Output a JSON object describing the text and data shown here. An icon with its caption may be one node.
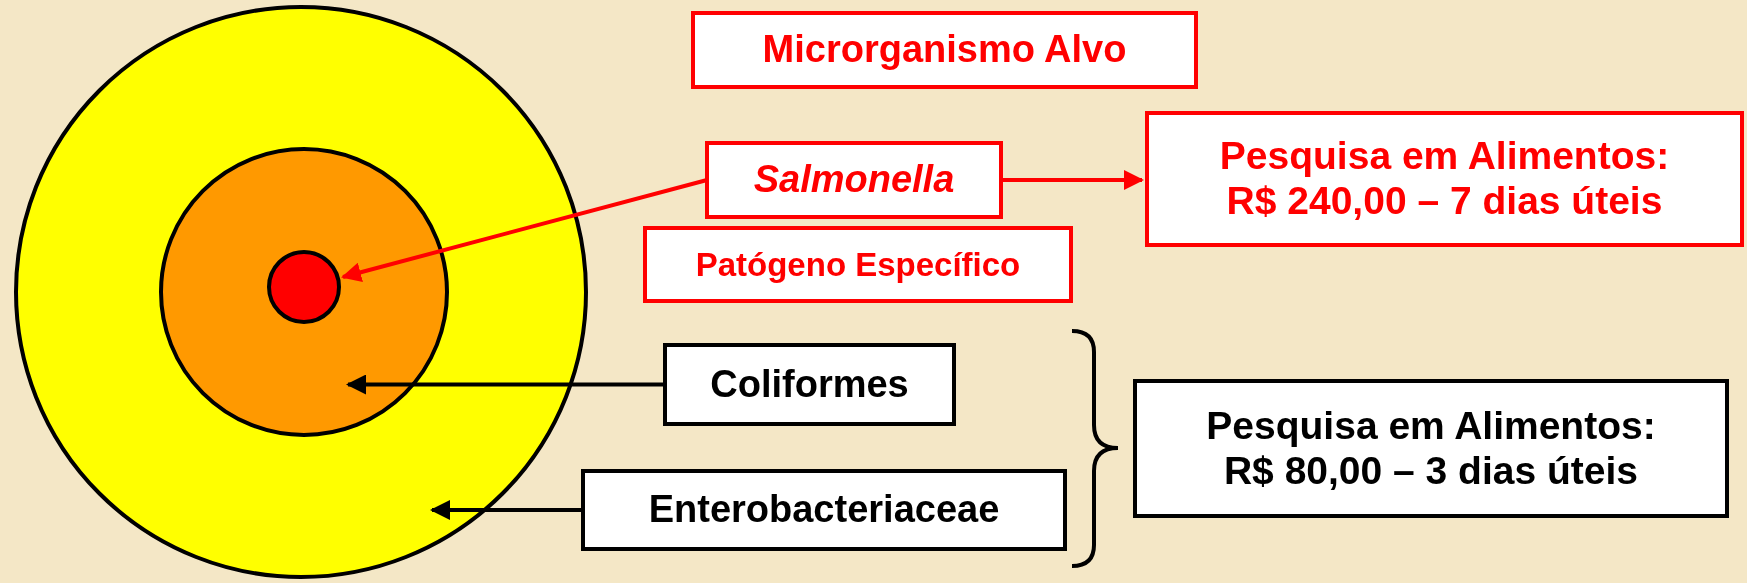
{
  "diagram": {
    "nodes": [
      {
        "text": [],
        "shape": "circle"
      },
      {
        "text": [],
        "shape": "circle",
        "in": 0
      },
      {
        "text": [],
        "shape": "circle",
        "in": 1
      },
      {
        "text": [
          "Microrganismo Alvo"
        ]
      },
      {
        "text": [
          "Salmonella"
        ]
      },
      {
        "text": [
          "Pesquisa em Alimentos:",
          "R$ 240,00 – 7 dias úteis"
        ]
      },
      {
        "text": [
          "Patógeno Específico"
        ]
      },
      {
        "text": [
          "Coliformes"
        ]
      },
      {
        "text": [
          "Enterobacteriaceae"
        ]
      },
      {
        "text": [
          "Pesquisa em Alimentos:",
          "R$ 80,00 – 3 dias úteis"
        ]
      }
    ],
    "edges": [
      {
        "from": 4,
        "to": 2,
        "arrow": "to",
        "color": "#ff0000"
      },
      {
        "from": 4,
        "to": 5,
        "arrow": "to",
        "color": "#ff0000"
      },
      {
        "from": 7,
        "to": 1,
        "arrow": "to",
        "color": "#000000"
      },
      {
        "from": 8,
        "to": 0,
        "arrow": "to",
        "color": "#000000"
      }
    ]
  }
}
